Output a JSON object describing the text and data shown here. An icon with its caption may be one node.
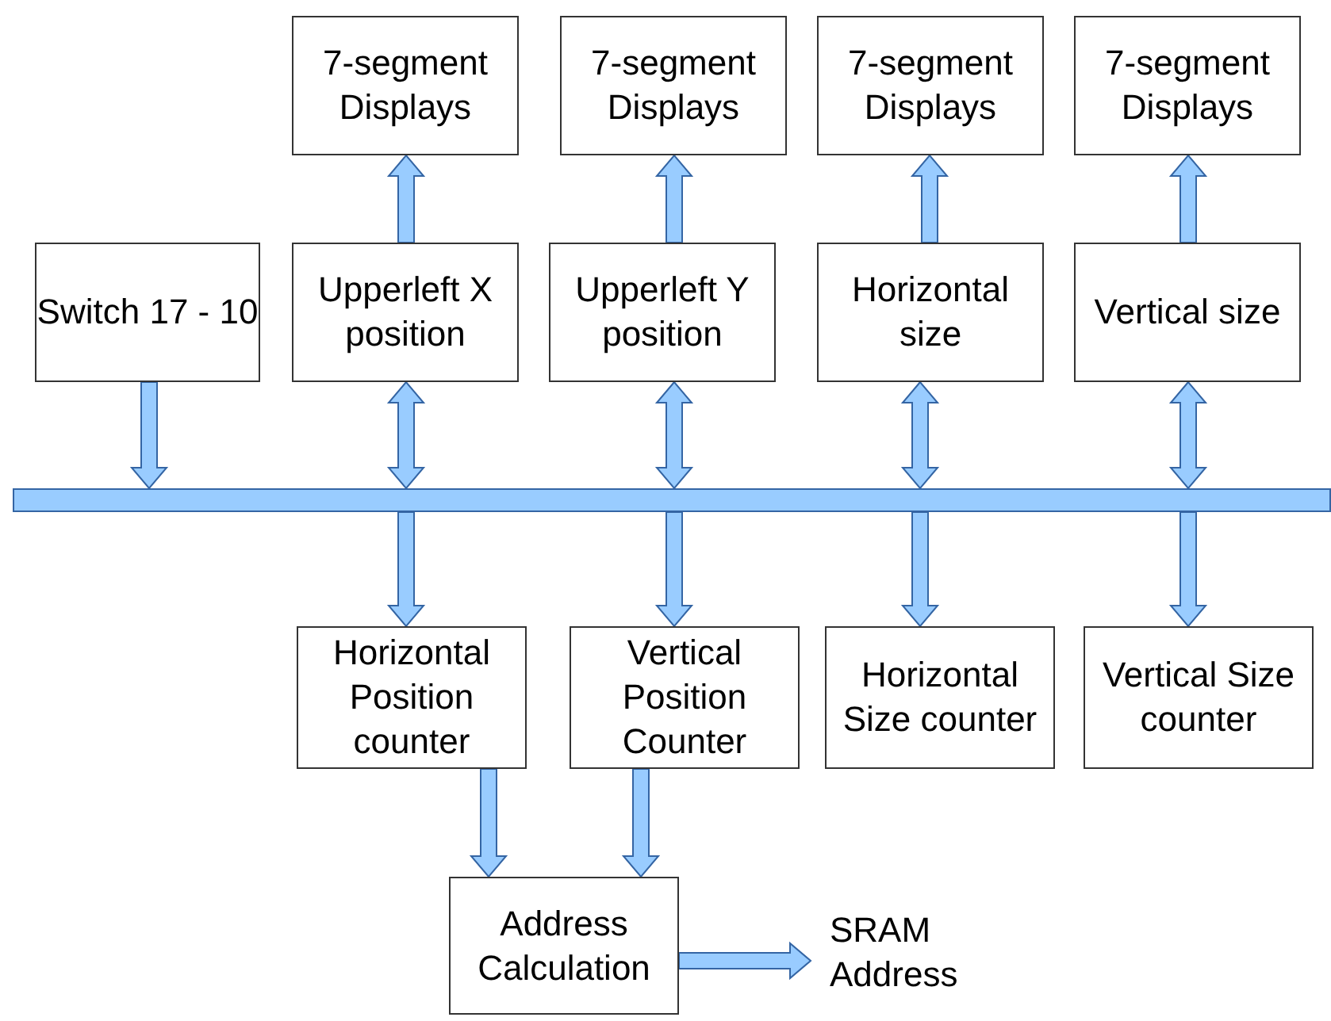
{
  "diagram": {
    "nodes": [
      {
        "text": [
          "7-segment Displays"
        ]
      },
      {
        "text": [
          "7-segment Displays"
        ]
      },
      {
        "text": [
          "7-segment Displays"
        ]
      },
      {
        "text": [
          "7-segment Displays"
        ]
      },
      {
        "text": [
          "Switch 17 - 10"
        ]
      },
      {
        "text": [
          "Upperleft X position"
        ]
      },
      {
        "text": [
          "Upperleft Y position"
        ]
      },
      {
        "text": [
          "Horizontal size"
        ]
      },
      {
        "text": [
          "Vertical size"
        ]
      },
      {
        "text": [],
        "shape": "bar"
      },
      {
        "text": [
          "Horizontal Position counter"
        ]
      },
      {
        "text": [
          "Vertical Position Counter"
        ]
      },
      {
        "text": [
          "Horizontal Size counter"
        ]
      },
      {
        "text": [
          "Vertical Size counter"
        ]
      },
      {
        "text": [
          "Address Calculation"
        ]
      },
      {
        "text": [
          "SRAM Address"
        ]
      }
    ],
    "edges": [
      {
        "from": 5,
        "to": 0,
        "arrow": "to"
      },
      {
        "from": 6,
        "to": 1,
        "arrow": "to"
      },
      {
        "from": 7,
        "to": 2,
        "arrow": "to"
      },
      {
        "from": 8,
        "to": 3,
        "arrow": "to"
      },
      {
        "from": 4,
        "to": 9,
        "arrow": "to"
      },
      {
        "from": 5,
        "to": 9,
        "arrow": "both"
      },
      {
        "from": 6,
        "to": 9,
        "arrow": "both"
      },
      {
        "from": 7,
        "to": 9,
        "arrow": "both"
      },
      {
        "from": 8,
        "to": 9,
        "arrow": "both"
      },
      {
        "from": 9,
        "to": 10,
        "arrow": "to"
      },
      {
        "from": 9,
        "to": 11,
        "arrow": "to"
      },
      {
        "from": 9,
        "to": 12,
        "arrow": "to"
      },
      {
        "from": 9,
        "to": 13,
        "arrow": "to"
      },
      {
        "from": 10,
        "to": 14,
        "arrow": "to"
      },
      {
        "from": 11,
        "to": 14,
        "arrow": "to"
      },
      {
        "from": 14,
        "to": 15,
        "arrow": "to"
      }
    ]
  }
}
